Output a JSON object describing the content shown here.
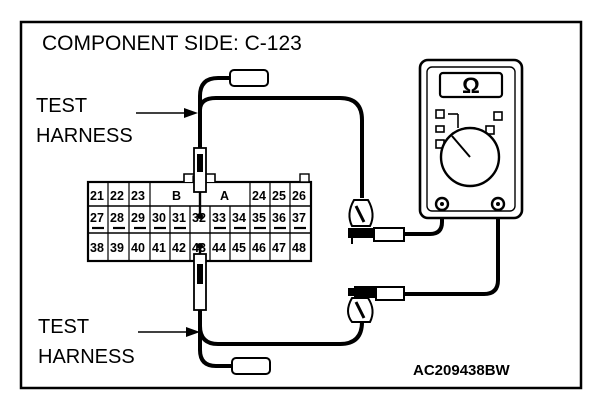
{
  "title": "COMPONENT SIDE: C-123",
  "test_harness_top": [
    "TEST",
    "HARNESS"
  ],
  "test_harness_bottom": [
    "TEST",
    "HARNESS"
  ],
  "connector": {
    "row1_left": [
      "21",
      "22",
      "23"
    ],
    "row1_keys": [
      "B",
      "A"
    ],
    "row1_right": [
      "24",
      "25",
      "26"
    ],
    "row2": [
      "27",
      "28",
      "29",
      "30",
      "31",
      "32",
      "33",
      "34",
      "35",
      "36",
      "37"
    ],
    "row3": [
      "38",
      "39",
      "40",
      "41",
      "42",
      "43",
      "44",
      "45",
      "46",
      "47",
      "48"
    ]
  },
  "meter": {
    "unit_symbol": "Ω"
  },
  "figure_code": "AC209438BW"
}
